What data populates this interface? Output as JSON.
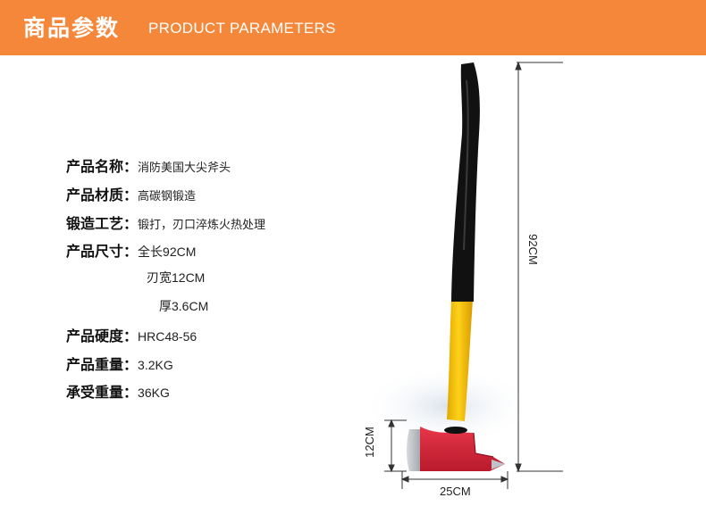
{
  "header": {
    "title_cn": "商品参数",
    "title_en": "PRODUCT PARAMETERS"
  },
  "specs": [
    {
      "label": "产品名称",
      "colon": "：",
      "value": "消防美国大尖斧头"
    },
    {
      "label": "产品材质",
      "colon": "：",
      "value": "高碳钢锻造"
    },
    {
      "label": "锻造工艺",
      "colon": "：",
      "value": "锻打，刃口淬炼火热处理"
    },
    {
      "label": "产品尺寸",
      "colon": "：",
      "value": "全长92CM"
    },
    {
      "value": "刃宽12CM"
    },
    {
      "value": "厚3.6CM"
    },
    {
      "label": "产品硬度",
      "colon": "：",
      "value": "HRC48-56"
    },
    {
      "label": "产品重量",
      "colon": "：",
      "value": "3.2KG"
    },
    {
      "label": "承受重量",
      "colon": "：",
      "value": "36KG"
    }
  ],
  "dimensions": {
    "length": "92CM",
    "blade_width": "12CM",
    "head_length": "25CM"
  },
  "colors": {
    "header_bg": "#f5873a",
    "handle_black": "#111111",
    "handle_yellow": "#f2c200",
    "head_red": "#d9263a",
    "blade_steel": "#b8bcc2"
  }
}
